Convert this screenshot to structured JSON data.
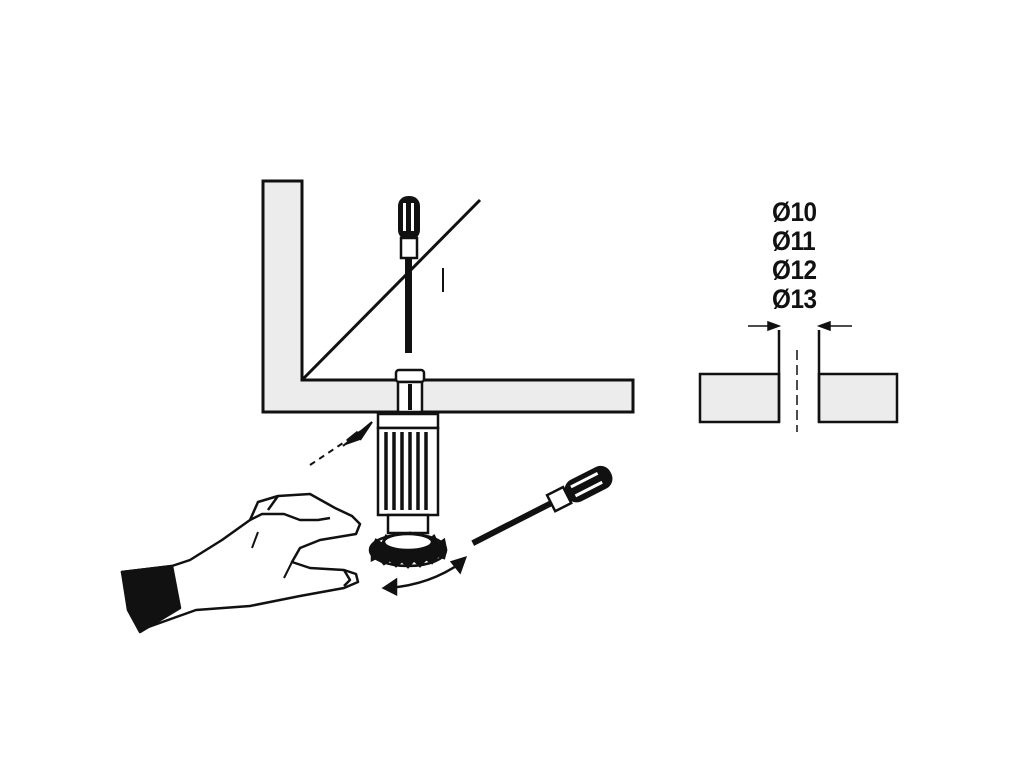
{
  "colors": {
    "ink": "#111111",
    "panel_fill": "#ececec",
    "background": "#ffffff"
  },
  "diameter_labels": [
    "Ø10",
    "Ø11",
    "Ø12",
    "Ø13"
  ],
  "icons": {
    "screwdriver_vertical": "screwdriver-icon",
    "screwdriver_diagonal": "screwdriver-icon",
    "hand": "hand-icon",
    "adjustable_foot": "adjustable-foot-icon"
  }
}
